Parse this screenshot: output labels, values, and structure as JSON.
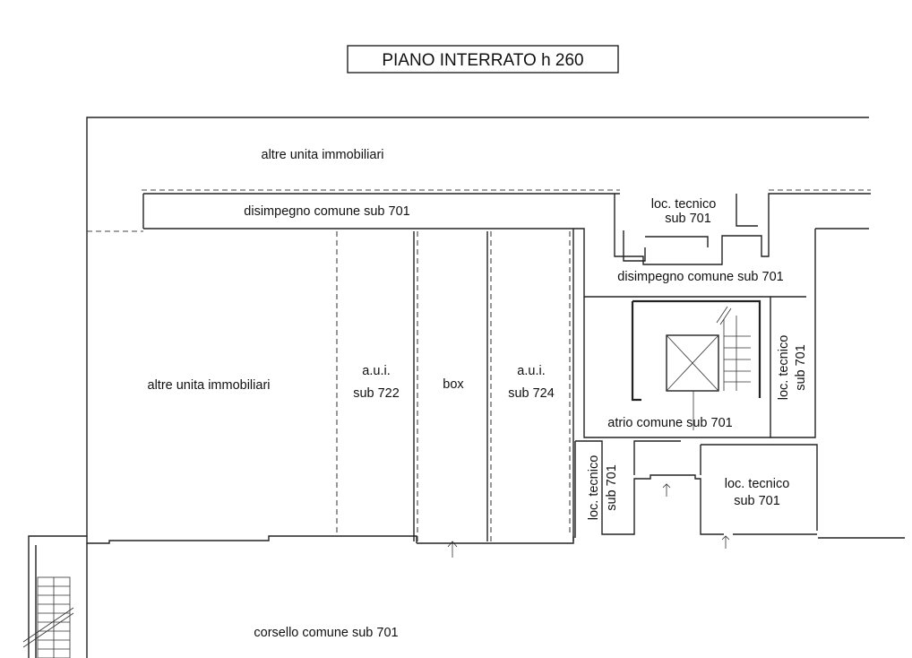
{
  "title": "PIANO INTERRATO h 260",
  "labels": {
    "altre_top": "altre unita immobiliari",
    "disimpegno_left": "disimpegno comune sub 701",
    "loc_tecnico_top_1": "loc. tecnico",
    "loc_tecnico_top_2": "sub 701",
    "disimpegno_right": "disimpegno comune sub 701",
    "altre_left": "altre unita immobiliari",
    "aui722_1": "a.u.i.",
    "aui722_2": "sub 722",
    "box": "box",
    "aui724_1": "a.u.i.",
    "aui724_2": "sub 724",
    "loc_tecnico_right_1": "loc. tecnico",
    "loc_tecnico_right_2": "sub 701",
    "atrio": "atrio comune sub 701",
    "loc_tecnico_small_1": "loc. tecnico",
    "loc_tecnico_small_2": "sub 701",
    "loc_tecnico_bottom_1": "loc. tecnico",
    "loc_tecnico_bottom_2": "sub 701",
    "corsello": "corsello comune sub 701"
  }
}
